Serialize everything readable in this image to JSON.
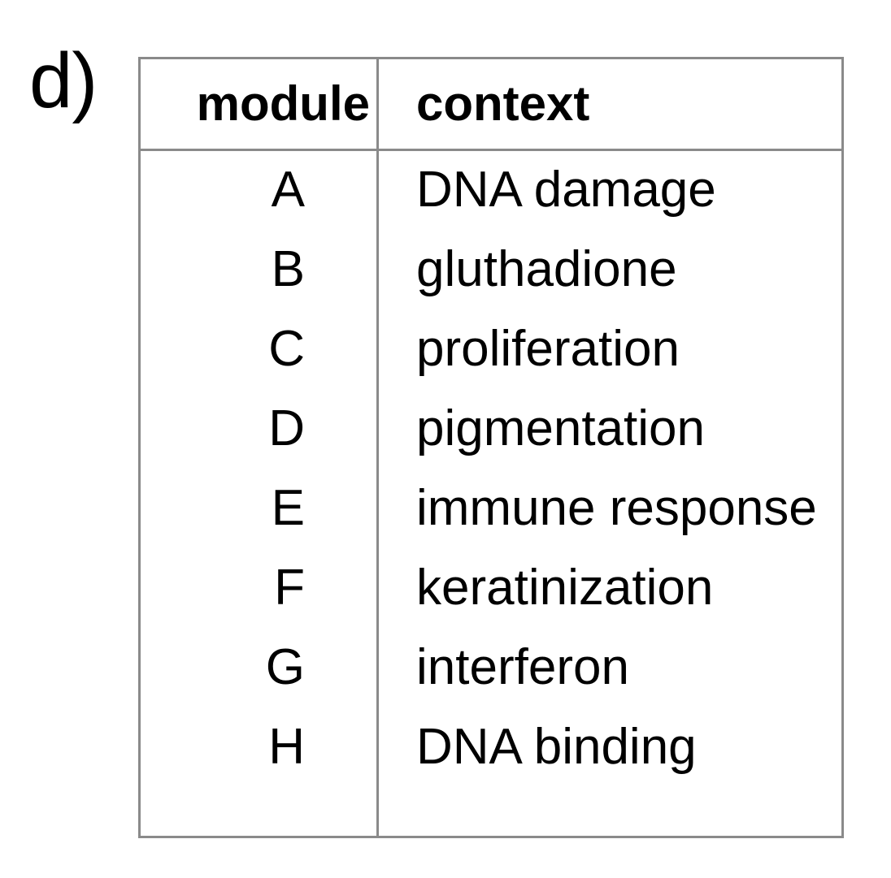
{
  "panel": {
    "label": "d)"
  },
  "table": {
    "columns": [
      {
        "key": "module",
        "header": "module"
      },
      {
        "key": "context",
        "header": "context"
      }
    ],
    "rows": [
      {
        "module": "A",
        "context": "DNA damage"
      },
      {
        "module": "B",
        "context": "gluthadione"
      },
      {
        "module": "C",
        "context": "proliferation"
      },
      {
        "module": "D",
        "context": "pigmentation"
      },
      {
        "module": "E",
        "context": "immune response"
      },
      {
        "module": "F",
        "context": "keratinization"
      },
      {
        "module": "G",
        "context": "interferon"
      },
      {
        "module": "H",
        "context": "DNA binding"
      }
    ],
    "border_color": "#8a8a8a",
    "text_color": "#000000",
    "background_color": "#ffffff"
  },
  "chart_data": {
    "type": "table",
    "title": "d)",
    "columns": [
      "module",
      "context"
    ],
    "rows": [
      [
        "A",
        "DNA damage"
      ],
      [
        "B",
        "gluthadione"
      ],
      [
        "C",
        "proliferation"
      ],
      [
        "D",
        "pigmentation"
      ],
      [
        "E",
        "immune response"
      ],
      [
        "F",
        "keratinization"
      ],
      [
        "G",
        "interferon"
      ],
      [
        "H",
        "DNA binding"
      ]
    ]
  }
}
